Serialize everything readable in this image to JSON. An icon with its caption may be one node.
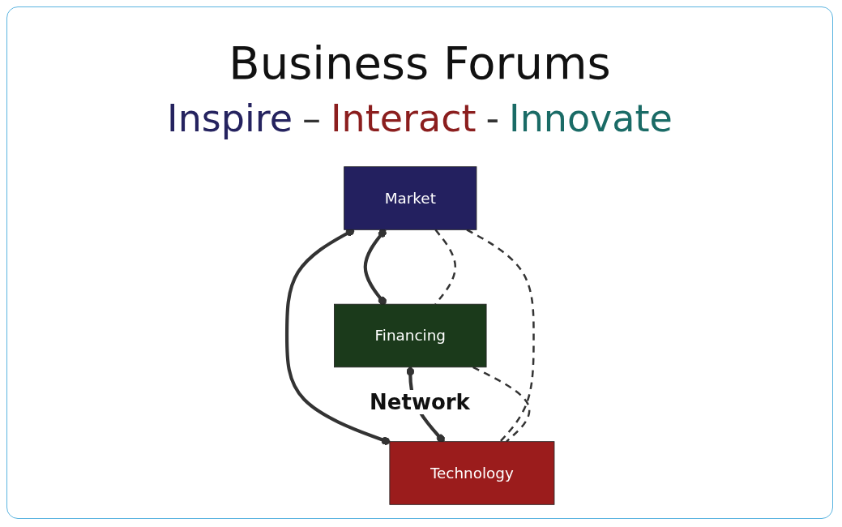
{
  "diagram": {
    "title": "Business Forums",
    "nodes": [
      {
        "text": [
          "Market"
        ]
      },
      {
        "text": [
          "Financing"
        ]
      },
      {
        "text": [
          "Technology"
        ]
      }
    ],
    "edges": [
      {
        "from": 0,
        "to": 1,
        "arrow": "other"
      },
      {
        "from": 0,
        "to": 2,
        "arrow": "other"
      },
      {
        "from": 1,
        "to": 2,
        "arrow": "other"
      },
      {
        "from": 0,
        "to": 1,
        "arrow": "none",
        "style": "dashed"
      },
      {
        "from": 0,
        "to": 2,
        "arrow": "none",
        "style": "dashed"
      },
      {
        "from": 1,
        "to": 2,
        "arrow": "none",
        "style": "dashed"
      }
    ],
    "labels": [
      "Inspire",
      "–",
      "Interact",
      "-",
      "Innovate",
      "Network"
    ]
  }
}
